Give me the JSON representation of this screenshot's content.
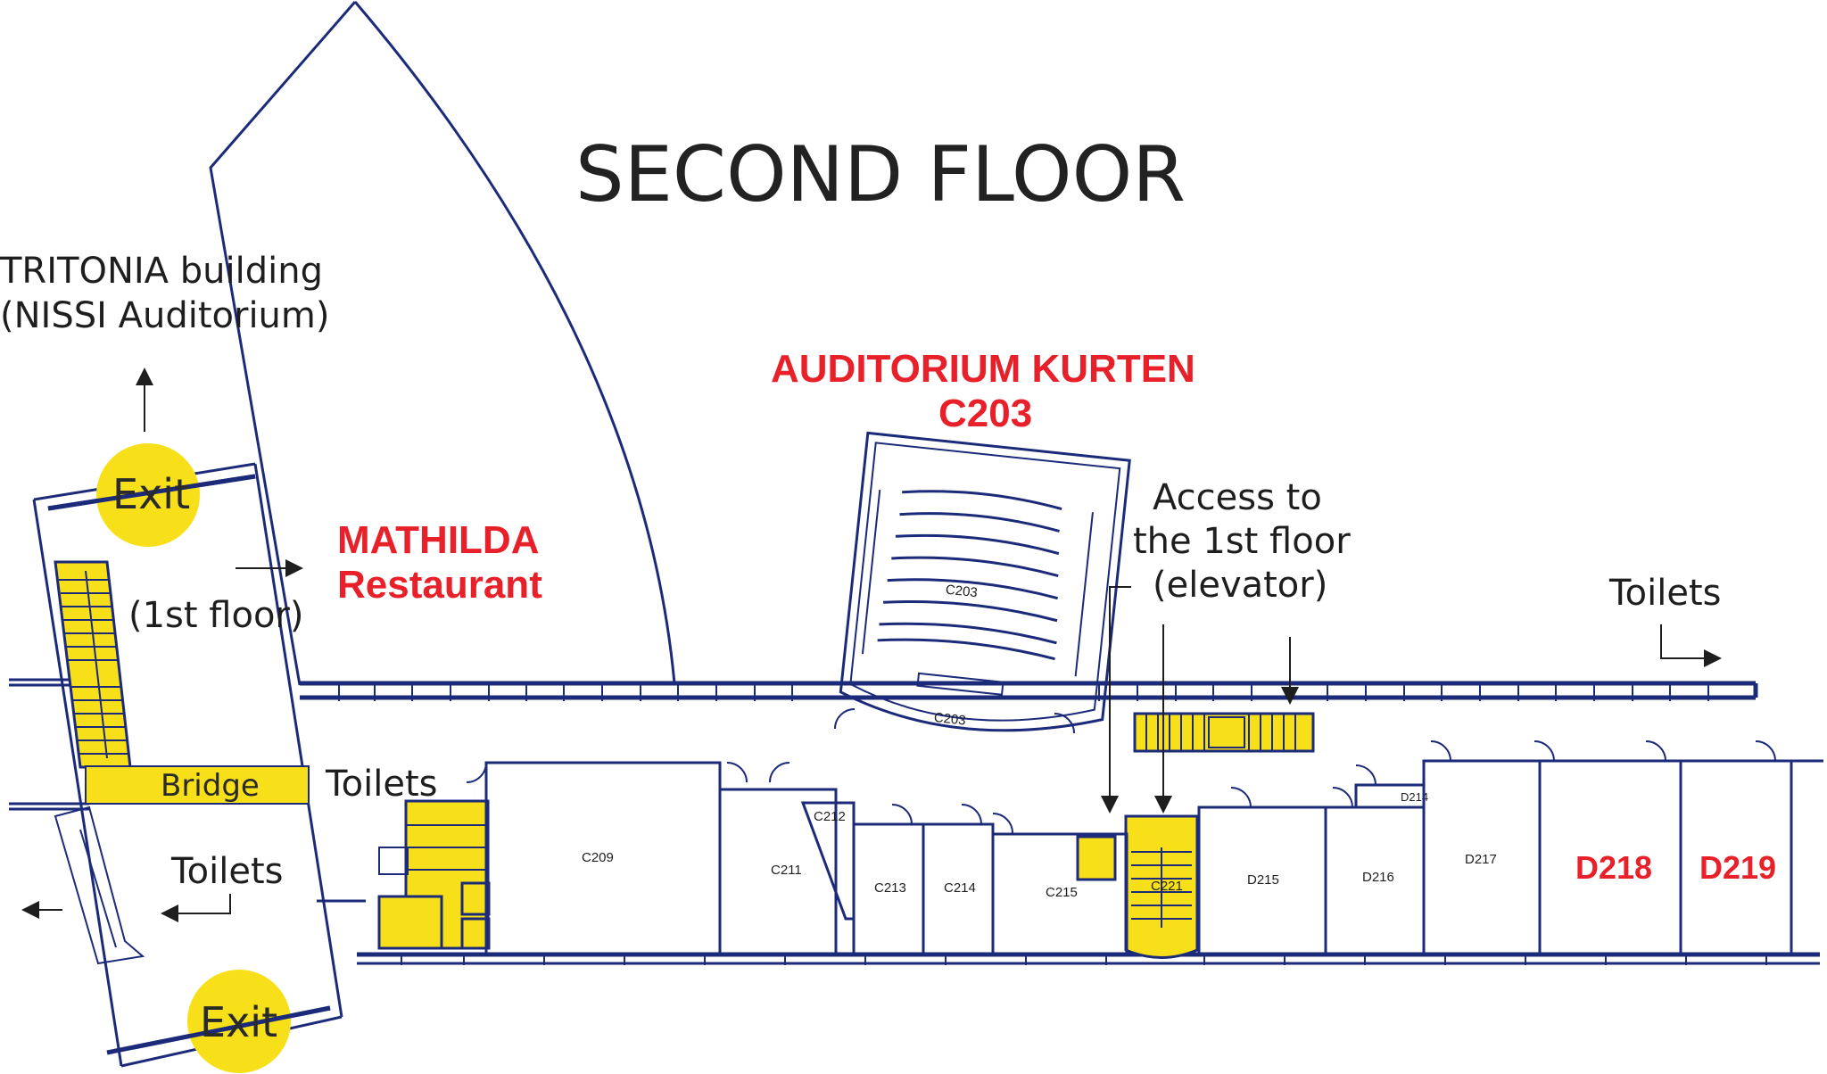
{
  "title": "SECOND FLOOR",
  "labels": {
    "tritonia_line1": "TRITONIA building",
    "tritonia_line2": "(NISSI Auditorium)",
    "first_floor": "(1st floor)",
    "mathilda_line1": "MATHILDA",
    "mathilda_line2": "Restaurant",
    "auditorium_line1": "AUDITORIUM KURTEN",
    "auditorium_line2": "C203",
    "access_line1": "Access to",
    "access_line2": "the 1st floor",
    "access_line3": "(elevator)",
    "toilets_right": "Toilets",
    "toilets_mid": "Toilets",
    "toilets_left": "Toilets",
    "bridge": "Bridge",
    "exit_top": "Exit",
    "exit_bottom": "Exit"
  },
  "rooms": {
    "c203_inner": "C203",
    "c203": "C203",
    "c209": "C209",
    "c211": "C211",
    "c212": "C212",
    "c213": "C213",
    "c214": "C214",
    "c215": "C215",
    "d215": "D215",
    "d216": "D216",
    "d217": "D217",
    "d218": "D218",
    "d219": "D219",
    "d214": "D214",
    "c221": "C221"
  },
  "colors": {
    "wall": "#1c2a7a",
    "highlight": "#f7e01a",
    "label_red": "#e8202a"
  }
}
